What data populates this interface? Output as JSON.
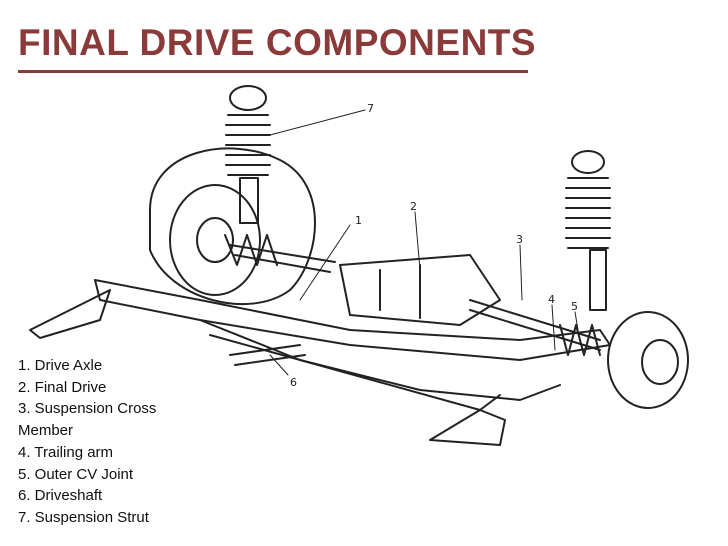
{
  "title": "FINAL DRIVE COMPONENTS",
  "callouts": [
    "1",
    "2",
    "3",
    "4",
    "5",
    "6",
    "7"
  ],
  "legend": [
    "1. Drive Axle",
    "2. Final Drive",
    "3. Suspension Cross",
    "Member",
    "4. Trailing arm",
    "5. Outer CV Joint",
    "6. Driveshaft",
    "7. Suspension Strut"
  ],
  "colors": {
    "title": "#8b3a3a",
    "line": "#222222"
  }
}
